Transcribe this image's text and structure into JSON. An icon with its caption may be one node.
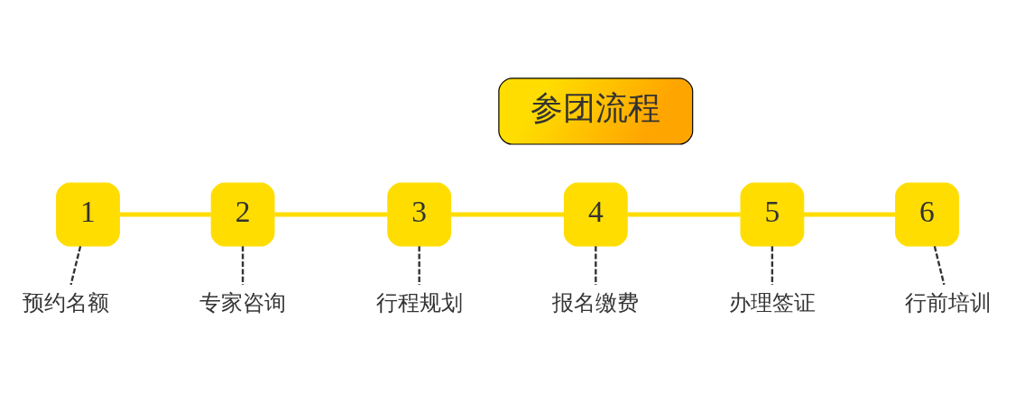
{
  "diagram": {
    "nodes": [
      {
        "text": [
          "参团流程"
        ]
      },
      {
        "text": [
          "1"
        ]
      },
      {
        "text": [
          "2"
        ]
      },
      {
        "text": [
          "3"
        ]
      },
      {
        "text": [
          "4"
        ]
      },
      {
        "text": [
          "5"
        ]
      },
      {
        "text": [
          "6"
        ]
      },
      {
        "text": [
          "预约名额"
        ]
      },
      {
        "text": [
          "专家咨询"
        ]
      },
      {
        "text": [
          "行程规划"
        ]
      },
      {
        "text": [
          "报名缴费"
        ]
      },
      {
        "text": [
          "办理签证"
        ]
      },
      {
        "text": [
          "行前培训"
        ]
      }
    ],
    "edges": [
      {
        "from": 1,
        "to": 2,
        "arrow": "none",
        "style": "thick",
        "color": "#ffdd00"
      },
      {
        "from": 2,
        "to": 3,
        "arrow": "none",
        "style": "thick",
        "color": "#ffdd00"
      },
      {
        "from": 3,
        "to": 4,
        "arrow": "none",
        "style": "thick",
        "color": "#ffdd00"
      },
      {
        "from": 4,
        "to": 5,
        "arrow": "none",
        "style": "thick",
        "color": "#ffdd00"
      },
      {
        "from": 5,
        "to": 6,
        "arrow": "none",
        "style": "thick",
        "color": "#ffdd00"
      },
      {
        "from": 1,
        "to": 7,
        "arrow": "none",
        "style": "dashed"
      },
      {
        "from": 2,
        "to": 8,
        "arrow": "none",
        "style": "dashed"
      },
      {
        "from": 3,
        "to": 9,
        "arrow": "none",
        "style": "dashed"
      },
      {
        "from": 4,
        "to": 10,
        "arrow": "none",
        "style": "dashed"
      },
      {
        "from": 5,
        "to": 11,
        "arrow": "none",
        "style": "dashed"
      },
      {
        "from": 6,
        "to": 12,
        "arrow": "none",
        "style": "dashed"
      }
    ]
  }
}
